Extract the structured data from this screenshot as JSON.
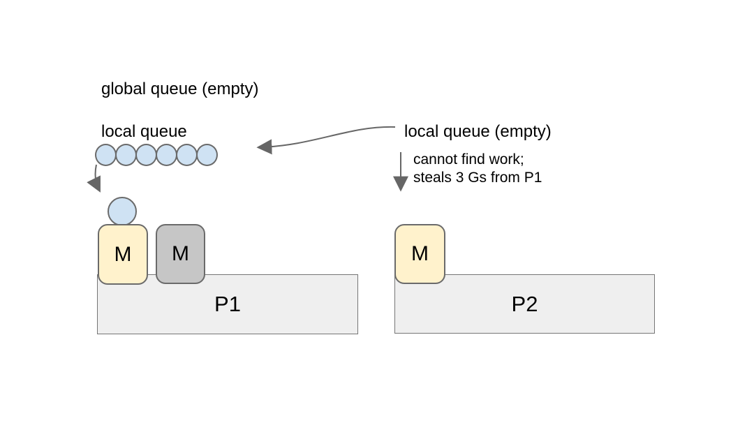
{
  "colors": {
    "background": "#ffffff",
    "text-color": "#000000",
    "goroutine-fill": "#cfe2f3",
    "machine-active-fill": "#fff2cc",
    "machine-idle-fill": "#c6c6c6",
    "processor-fill": "#efefef",
    "processor-stroke": "#757575",
    "shape-stroke": "#6a6a6a",
    "arrow-stroke": "#666666"
  },
  "labels": {
    "global_queue": "global queue (empty)",
    "local_queue_p1": "local queue",
    "local_queue_p2": "local queue (empty)",
    "steal_note_line1": "cannot find work;",
    "steal_note_line2": "steals 3 Gs from P1"
  },
  "p1": {
    "label": "P1",
    "local_queue_count": 6,
    "running_goroutines": 1,
    "machines": [
      {
        "label": "M",
        "state": "active"
      },
      {
        "label": "M",
        "state": "idle"
      }
    ]
  },
  "p2": {
    "label": "P2",
    "local_queue_count": 0,
    "machines": [
      {
        "label": "M",
        "state": "active"
      }
    ]
  }
}
